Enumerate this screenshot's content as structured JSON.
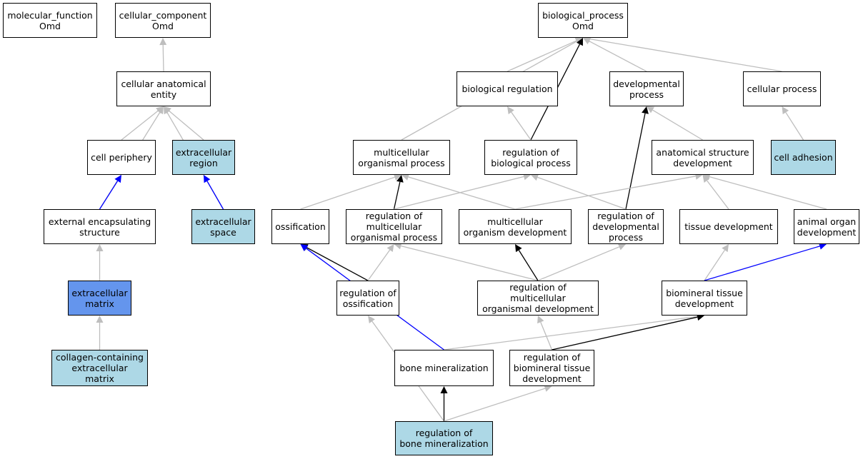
{
  "colors": {
    "gray_edge": "#bebebe",
    "black_edge": "#000000",
    "blue_edge": "#0000ff",
    "highlight": "#add8e6",
    "focus": "#6495ed"
  },
  "nodes": {
    "molecular_function": "molecular_function\nOmd",
    "cellular_component": "cellular_component\nOmd",
    "biological_process": "biological_process\nOmd",
    "cellular_anatomical_entity": "cellular anatomical\nentity",
    "biological_regulation": "biological regulation",
    "developmental_process": "developmental\nprocess",
    "cellular_process": "cellular process",
    "cell_periphery": "cell periphery",
    "extracellular_region": "extracellular\nregion",
    "multicellular_organismal_process": "multicellular\norganismal process",
    "regulation_of_biological_process": "regulation of\nbiological process",
    "anatomical_structure_development": "anatomical structure\ndevelopment",
    "cell_adhesion": "cell adhesion",
    "external_encapsulating_structure": "external encapsulating\nstructure",
    "extracellular_space": "extracellular\nspace",
    "ossification": "ossification",
    "regulation_of_multicellular_organismal_process": "regulation of\nmulticellular\norganismal process",
    "multicellular_organism_development": "multicellular\norganism development",
    "regulation_of_developmental_process": "regulation of\ndevelopmental\nprocess",
    "tissue_development": "tissue development",
    "animal_organ_development": "animal organ\ndevelopment",
    "extracellular_matrix": "extracellular\nmatrix",
    "regulation_of_ossification": "regulation of\nossification",
    "regulation_of_multicellular_organismal_development": "regulation of\nmulticellular\norganismal development",
    "biomineral_tissue_development": "biomineral tissue\ndevelopment",
    "collagen_containing_extracellular_matrix": "collagen-containing\nextracellular\nmatrix",
    "bone_mineralization": "bone mineralization",
    "regulation_of_biomineral_tissue_development": "regulation of\nbiomineral tissue\ndevelopment",
    "regulation_of_bone_mineralization": "regulation of\nbone mineralization"
  },
  "edges": [
    {
      "from": "cellular_anatomical_entity",
      "to": "cellular_component",
      "color": "gray"
    },
    {
      "from": "cell_periphery",
      "to": "cellular_anatomical_entity",
      "color": "gray"
    },
    {
      "from": "extracellular_region",
      "to": "cellular_anatomical_entity",
      "color": "gray"
    },
    {
      "from": "external_encapsulating_structure",
      "to": "cellular_anatomical_entity",
      "color": "gray"
    },
    {
      "from": "extracellular_space",
      "to": "cellular_anatomical_entity",
      "color": "gray"
    },
    {
      "from": "external_encapsulating_structure",
      "to": "cell_periphery",
      "color": "blue"
    },
    {
      "from": "extracellular_space",
      "to": "extracellular_region",
      "color": "blue"
    },
    {
      "from": "extracellular_matrix",
      "to": "external_encapsulating_structure",
      "color": "gray"
    },
    {
      "from": "collagen_containing_extracellular_matrix",
      "to": "extracellular_matrix",
      "color": "gray"
    },
    {
      "from": "biological_regulation",
      "to": "biological_process",
      "color": "gray"
    },
    {
      "from": "developmental_process",
      "to": "biological_process",
      "color": "gray"
    },
    {
      "from": "cellular_process",
      "to": "biological_process",
      "color": "gray"
    },
    {
      "from": "multicellular_organismal_process",
      "to": "biological_process",
      "color": "gray"
    },
    {
      "from": "regulation_of_biological_process",
      "to": "biological_process",
      "color": "black"
    },
    {
      "from": "regulation_of_biological_process",
      "to": "biological_regulation",
      "color": "gray"
    },
    {
      "from": "anatomical_structure_development",
      "to": "developmental_process",
      "color": "gray"
    },
    {
      "from": "regulation_of_developmental_process",
      "to": "developmental_process",
      "color": "black"
    },
    {
      "from": "cell_adhesion",
      "to": "cellular_process",
      "color": "gray"
    },
    {
      "from": "ossification",
      "to": "multicellular_organismal_process",
      "color": "gray"
    },
    {
      "from": "regulation_of_multicellular_organismal_process",
      "to": "multicellular_organismal_process",
      "color": "black"
    },
    {
      "from": "multicellular_organism_development",
      "to": "multicellular_organismal_process",
      "color": "gray"
    },
    {
      "from": "regulation_of_multicellular_organismal_process",
      "to": "regulation_of_biological_process",
      "color": "gray"
    },
    {
      "from": "regulation_of_developmental_process",
      "to": "regulation_of_biological_process",
      "color": "gray"
    },
    {
      "from": "multicellular_organism_development",
      "to": "anatomical_structure_development",
      "color": "gray"
    },
    {
      "from": "tissue_development",
      "to": "anatomical_structure_development",
      "color": "gray"
    },
    {
      "from": "animal_organ_development",
      "to": "anatomical_structure_development",
      "color": "gray"
    },
    {
      "from": "regulation_of_ossification",
      "to": "ossification",
      "color": "black"
    },
    {
      "from": "bone_mineralization",
      "to": "ossification",
      "color": "blue"
    },
    {
      "from": "regulation_of_ossification",
      "to": "regulation_of_multicellular_organismal_process",
      "color": "gray"
    },
    {
      "from": "regulation_of_multicellular_organismal_development",
      "to": "regulation_of_multicellular_organismal_process",
      "color": "gray"
    },
    {
      "from": "regulation_of_multicellular_organismal_development",
      "to": "multicellular_organism_development",
      "color": "black"
    },
    {
      "from": "regulation_of_multicellular_organismal_development",
      "to": "regulation_of_developmental_process",
      "color": "gray"
    },
    {
      "from": "biomineral_tissue_development",
      "to": "tissue_development",
      "color": "gray"
    },
    {
      "from": "biomineral_tissue_development",
      "to": "animal_organ_development",
      "color": "blue"
    },
    {
      "from": "regulation_of_bone_mineralization",
      "to": "regulation_of_ossification",
      "color": "gray"
    },
    {
      "from": "regulation_of_biomineral_tissue_development",
      "to": "regulation_of_multicellular_organismal_development",
      "color": "gray"
    },
    {
      "from": "bone_mineralization",
      "to": "biomineral_tissue_development",
      "color": "gray"
    },
    {
      "from": "regulation_of_biomineral_tissue_development",
      "to": "biomineral_tissue_development",
      "color": "black"
    },
    {
      "from": "regulation_of_bone_mineralization",
      "to": "bone_mineralization",
      "color": "black"
    },
    {
      "from": "regulation_of_bone_mineralization",
      "to": "regulation_of_biomineral_tissue_development",
      "color": "gray"
    }
  ]
}
